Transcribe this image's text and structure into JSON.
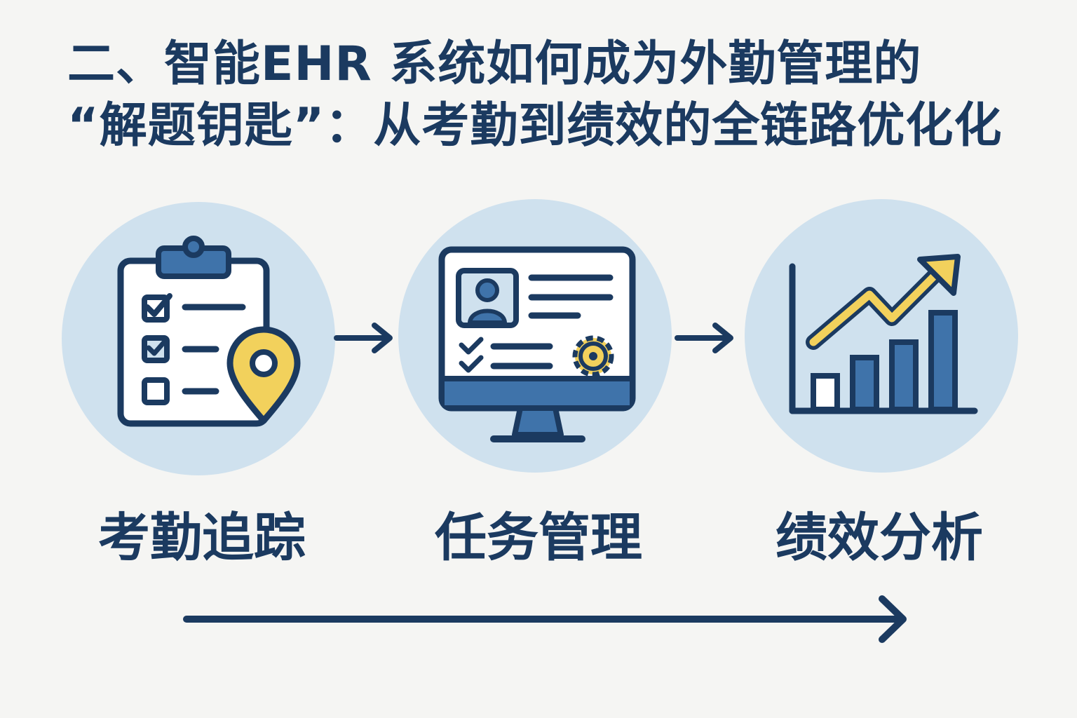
{
  "title": {
    "line1": "二、智能EHR 系统如何成为外勤管理的",
    "line2": "“解题钥匙”：从考勤到绩效的全链路优化化"
  },
  "steps": [
    {
      "label": "考勤追踪",
      "icon": "clipboard-location-icon"
    },
    {
      "label": "任务管理",
      "icon": "monitor-profile-icon"
    },
    {
      "label": "绩效分析",
      "icon": "bar-chart-growth-icon"
    }
  ],
  "colors": {
    "navy": "#1b3a60",
    "blue": "#3f73aa",
    "light_blue": "#cfe1ee",
    "yellow": "#f2d15c",
    "background": "#f5f5f3"
  }
}
